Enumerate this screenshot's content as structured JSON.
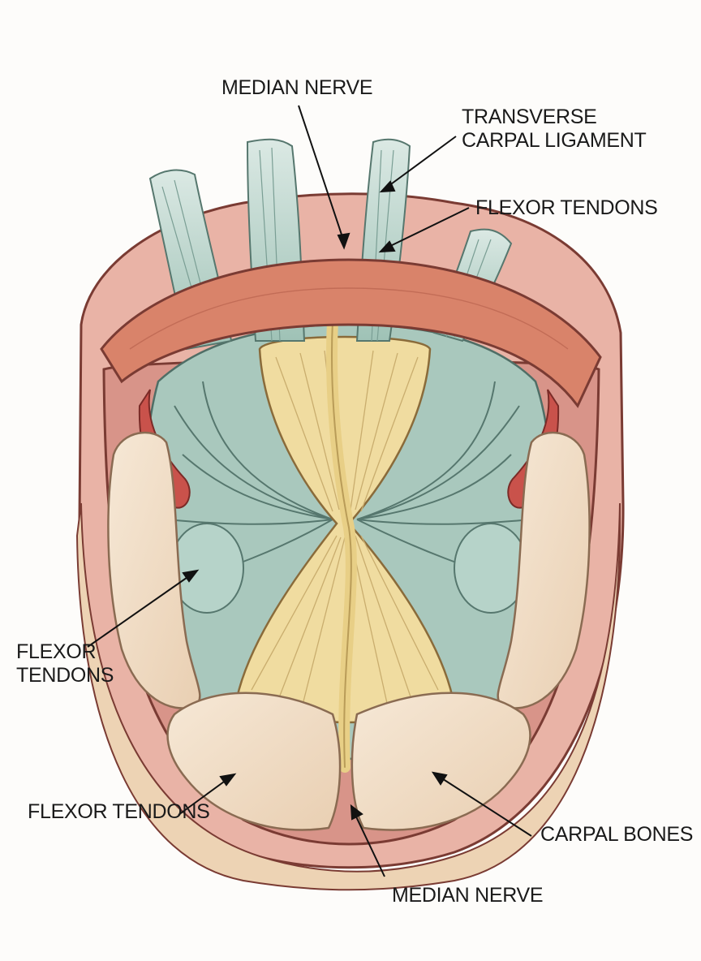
{
  "labels": {
    "median_nerve_top": "MEDIAN NERVE",
    "transverse_carpal_ligament": [
      "TRANSVERSE",
      "CARPAL LIGAMENT"
    ],
    "flexor_tendons_top_right": "FLEXOR TENDONS",
    "flexor_tendons_left": [
      "FLEXOR",
      "TENDONS"
    ],
    "flexor_tendons_bottom_left": "FLEXOR TENDONS",
    "carpal_bones": "CARPAL BONES",
    "median_nerve_bottom": "MEDIAN NERVE"
  },
  "colors": {
    "skin": "#e9b3a6",
    "ligament": "#d9836a",
    "tendon_sheath": "#a9c8bd",
    "tendon_strands": "#b7d3cb",
    "nerve": "#e8cf86",
    "central_tissue": "#f0dca0",
    "bone": "#f2dfc7",
    "artery": "#c9524b",
    "outline": "#7a3b33"
  }
}
